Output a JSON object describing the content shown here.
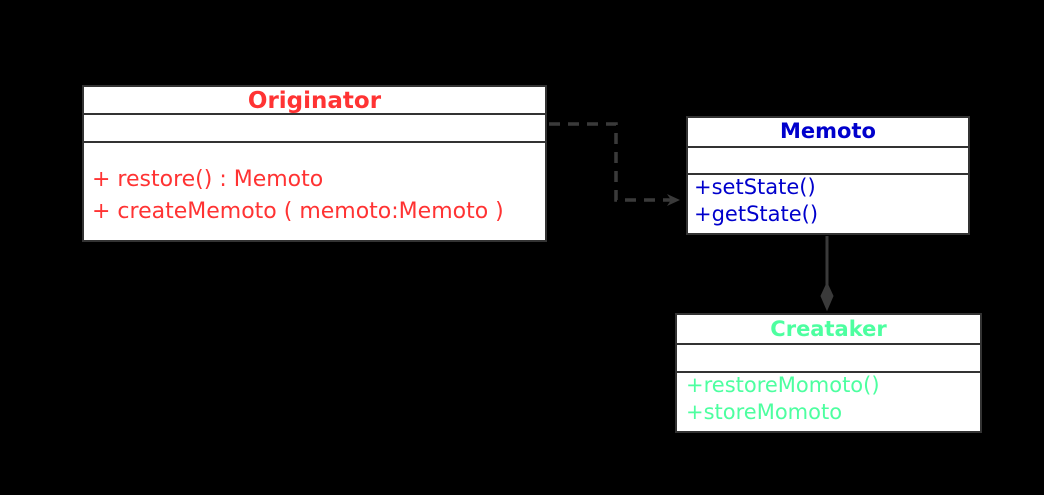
{
  "diagram": {
    "kind": "uml-class-diagram",
    "background_color": "#000000",
    "box_fill": "#ffffff",
    "box_border_color": "#333333",
    "connector_color": "#3a3a3a"
  },
  "classes": [
    {
      "id": "originator",
      "name": "Originator",
      "color": "#ff3333",
      "attributes": [],
      "methods": [
        "+ restore() : Memoto",
        "+ createMemoto ( memoto:Memoto )"
      ]
    },
    {
      "id": "memoto",
      "name": "Memoto",
      "color": "#0000cc",
      "attributes": [],
      "methods": [
        "+setState()",
        "+getState()"
      ]
    },
    {
      "id": "creataker",
      "name": "Creataker",
      "color": "#4dffa0",
      "attributes": [],
      "methods": [
        "+restoreMomoto()",
        "+storeMomoto"
      ]
    }
  ],
  "relationships": [
    {
      "id": "originator-to-memoto",
      "type": "dependency",
      "line_style": "dashed",
      "arrow_head": "open",
      "from": "Originator",
      "to": "Memoto",
      "label": ""
    },
    {
      "id": "memoto-to-creataker",
      "type": "composition",
      "line_style": "solid",
      "arrow_head": "filled-diamond",
      "from": "Memoto",
      "to": "Creataker",
      "label": ""
    }
  ]
}
